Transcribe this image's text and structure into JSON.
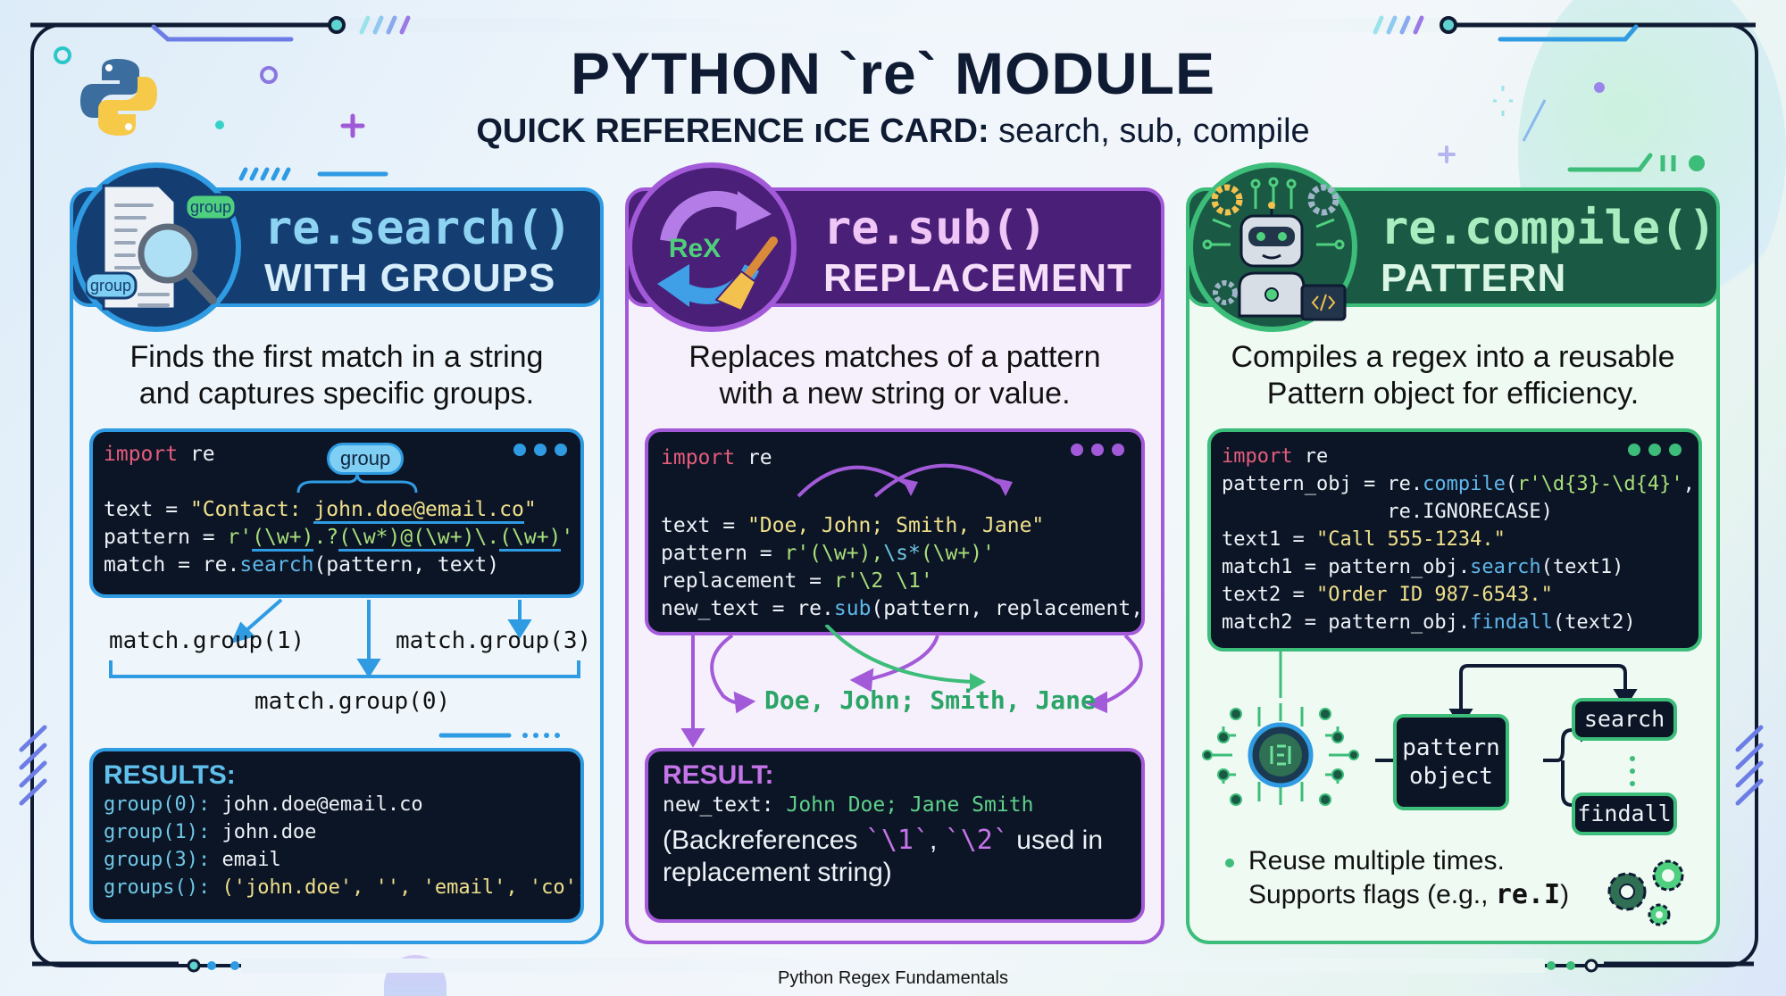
{
  "header": {
    "title": "PYTHON `re` MODULE",
    "subtitle_bold": "QUICK REFERENCE ıCE CARD:",
    "subtitle_rest": " search, sub, compile"
  },
  "colors": {
    "blue": "#2f9be2",
    "purple": "#a25ad8",
    "green": "#3cbd7a",
    "navy": "#0f1b33"
  },
  "cards": {
    "search": {
      "function": "re.search()",
      "subtitle": "WITH GROUPS",
      "icon": "magnifier-document-icon",
      "icon_labels": [
        "group",
        "group"
      ],
      "description": [
        "Finds the first match in a string",
        "and captures specific groups."
      ],
      "code": {
        "group_pill": "group",
        "lines": {
          "import_kw": "import",
          "import_mod": " re",
          "text_lhs": "text = ",
          "text_q1": "\"",
          "text_prefix": "Contact: ",
          "text_email": "john.doe@email.co",
          "text_q2": "\"",
          "pattern_lhs": "pattern = ",
          "pattern_r": "r'",
          "pattern_g1": "(\\w+)",
          "pattern_mid1": ".?",
          "pattern_g2": "(\\w*)@(\\w+)",
          "pattern_mid2": "\\.",
          "pattern_g3": "(\\w+)",
          "pattern_end": "'",
          "match_lhs": "match = re.",
          "match_fn": "search",
          "match_args": "(pattern, text)"
        }
      },
      "group_labels": {
        "g1": "match.group(1)",
        "g3": "match.group(3)",
        "g0": "match.group(0)"
      },
      "results": {
        "title": "RESULTS:",
        "rows": [
          {
            "key": "group(0):",
            "value": " john.doe@email.co"
          },
          {
            "key": "group(1):",
            "value": " john.doe"
          },
          {
            "key": "group(3):",
            "value": " email"
          },
          {
            "key": "groups():",
            "value": " ('john.doe', '', 'email', 'co')"
          }
        ]
      }
    },
    "sub": {
      "function": "re.sub()",
      "subtitle": "REPLACEMENT",
      "icon": "refresh-brush-icon",
      "icon_label": "ReX",
      "description": [
        "Replaces matches of a pattern",
        "with a new string or value."
      ],
      "code": {
        "import_kw": "import",
        "import_mod": " re",
        "text_lhs": "text = ",
        "text_val": "\"Doe, John; Smith, Jane\"",
        "pattern_lhs": "pattern = ",
        "pattern_a": "r'(\\w+),",
        "pattern_b": "\\s*",
        "pattern_c": "(\\w+)'",
        "repl_lhs": "replacement = ",
        "repl_a": "r'",
        "repl_b": "\\2 \\1",
        "repl_c": "'",
        "new_lhs": "new_text = re.",
        "new_fn": "sub",
        "new_args": "(pattern, replacement,"
      },
      "diagram_text": "Doe, John; Smith, Jane",
      "result": {
        "title": "RESULT:",
        "key": "new_text:",
        "value": " John Doe; Jane Smith",
        "note_a": "(Backreferences ",
        "note_ref1": "`\\1`",
        "note_comma": ", ",
        "note_ref2": "`\\2`",
        "note_b": " used in",
        "note_c": "replacement string)"
      }
    },
    "compile": {
      "function": "re.compile()",
      "subtitle": "PATTERN",
      "icon": "robot-circuit-icon",
      "description": [
        "Compiles a regex into a reusable",
        "Pattern object for efficiency."
      ],
      "code": {
        "import_kw": "import",
        "import_mod": " re",
        "l1_lhs": "pattern_obj = re.",
        "l1_fn": "compile",
        "l1_open": "(",
        "l1_rx": "r'\\d{3}-\\d{4}'",
        "l1_end": ",",
        "l2": "              re.IGNORECASE)",
        "l3_lhs": "text1 = ",
        "l3_val": "\"Call 555-1234.\"",
        "l4_lhs": "match1 = pattern_obj.",
        "l4_fn": "search",
        "l4_args": "(text1)",
        "l5_lhs": "text2 = ",
        "l5_val": "\"Order ID 987-6543.\"",
        "l6_lhs": "match2 = pattern_obj.",
        "l6_fn": "findall",
        "l6_args": "(text2)"
      },
      "flow": {
        "object_label": [
          "pattern",
          "object"
        ],
        "methods": [
          "search",
          "findall"
        ]
      },
      "note": {
        "line1": "Reuse multiple times.",
        "line2_a": "Supports flags (e.g., ",
        "line2_code": "re.I",
        "line2_b": ")"
      }
    }
  },
  "footer": "Python Regex Fundamentals"
}
